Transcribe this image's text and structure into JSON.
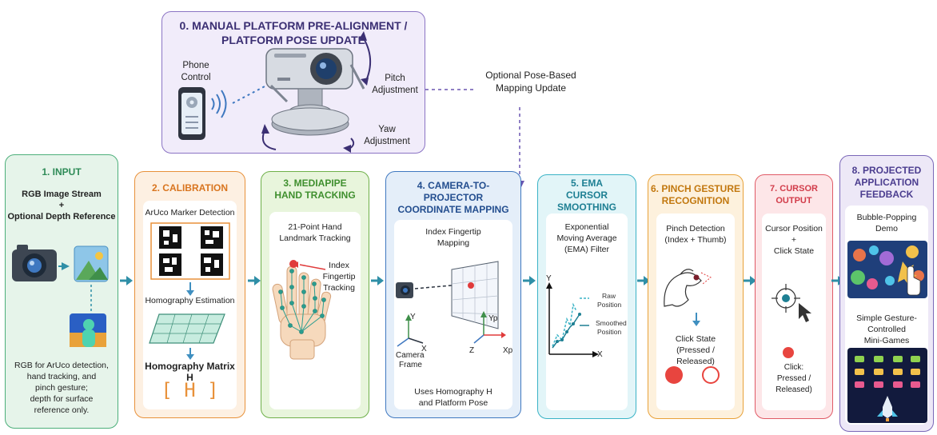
{
  "top": {
    "title_line1": "0. MANUAL PLATFORM PRE-ALIGNMENT /",
    "title_line2": "PLATFORM POSE UPDATE",
    "phone_line1": "Phone",
    "phone_line2": "Control",
    "pitch_line1": "Pitch",
    "pitch_line2": "Adjustment",
    "yaw_line1": "Yaw",
    "yaw_line2": "Adjustment"
  },
  "pose_update": {
    "line1": "Optional Pose-Based",
    "line2": "Mapping Update"
  },
  "colors": {
    "input": "#4caf7a",
    "calibration": "#e8913a",
    "mediapipe": "#6fb04a",
    "mapping": "#3f78c0",
    "ema": "#3ab3c6",
    "pinch": "#e8a23a",
    "cursor": "#e05a66",
    "feedback": "#7a67b8",
    "flow_arrow": "#2f8fa7"
  },
  "stages": {
    "input": {
      "title": "1. INPUT",
      "line1": "RGB Image Stream",
      "line2": "+",
      "line3": "Optional Depth Reference",
      "desc1": "RGB for ArUco detection,",
      "desc2": "hand tracking, and",
      "desc3": "pinch gesture;",
      "desc4": "depth for surface",
      "desc5": "reference only."
    },
    "calibration": {
      "title": "2. CALIBRATION",
      "aruco": "ArUco Marker Detection",
      "homography_est": "Homography Estimation",
      "matrix": "Homography Matrix H",
      "matrix_symbol": "[ H ]"
    },
    "mediapipe": {
      "title_line1": "3. MEDIAPIPE",
      "title_line2": "HAND TRACKING",
      "desc1": "21-Point Hand",
      "desc2": "Landmark Tracking",
      "callout1": "Index",
      "callout2": "Fingertip",
      "callout3": "Tracking"
    },
    "mapping": {
      "title_line1": "4. CAMERA-TO-",
      "title_line2": "PROJECTOR",
      "title_line3": "COORDINATE MAPPING",
      "desc1": "Index Fingertip",
      "desc2": "Mapping",
      "axis_y": "Y",
      "axis_x": "X",
      "axis_z": "Z",
      "camera1": "Camera",
      "camera2": "Frame",
      "axis_yp": "Yp",
      "axis_xp": "Xp",
      "footer1": "Uses Homography H",
      "footer2": "and Platform Pose"
    },
    "ema": {
      "title_line1": "5. EMA",
      "title_line2": "CURSOR SMOOTHING",
      "desc1": "Exponential",
      "desc2": "Moving Average",
      "desc3": "(EMA) Filter",
      "axis_y": "Y",
      "axis_x": "X",
      "raw1": "Raw",
      "raw2": "Position",
      "smooth1": "Smoothed",
      "smooth2": "Position"
    },
    "pinch": {
      "title_line1": "6. PINCH GESTURE",
      "title_line2": "RECOGNITION",
      "desc1": "Pinch Detection",
      "desc2": "(Index + Thumb)",
      "state1": "Click State",
      "state2": "(Pressed / Released)"
    },
    "cursor": {
      "title": "7. CURSOR OUTPUT",
      "desc1": "Cursor Position",
      "desc2": "+",
      "desc3": "Click State",
      "click1": "Click:",
      "click2": "Pressed / Released)"
    },
    "feedback": {
      "title_line1": "8. PROJECTED",
      "title_line2": "APPLICATION",
      "title_line3": "FEEDBACK",
      "demo1": "Bubble-Popping",
      "demo2": "Demo",
      "games1": "Simple Gesture-",
      "games2": "Controlled",
      "games3": "Mini-Games"
    }
  }
}
